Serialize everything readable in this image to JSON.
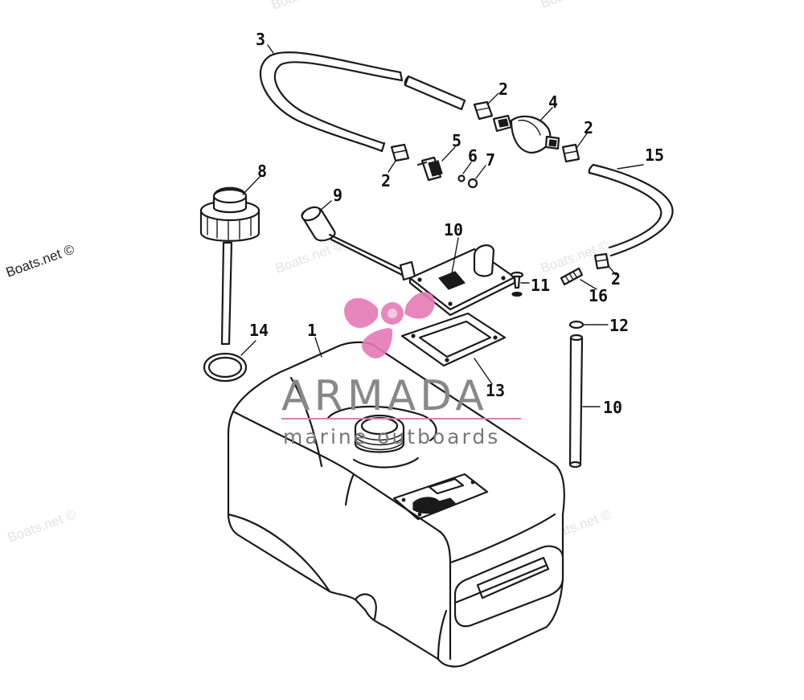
{
  "diagram": {
    "callouts": [
      {
        "id": "c1",
        "label": "1"
      },
      {
        "id": "c2a",
        "label": "2"
      },
      {
        "id": "c2b",
        "label": "2"
      },
      {
        "id": "c2c",
        "label": "2"
      },
      {
        "id": "c2d",
        "label": "2"
      },
      {
        "id": "c3",
        "label": "3"
      },
      {
        "id": "c4",
        "label": "4"
      },
      {
        "id": "c5",
        "label": "5"
      },
      {
        "id": "c6",
        "label": "6"
      },
      {
        "id": "c7",
        "label": "7"
      },
      {
        "id": "c8",
        "label": "8"
      },
      {
        "id": "c9",
        "label": "9"
      },
      {
        "id": "c10a",
        "label": "10"
      },
      {
        "id": "c10b",
        "label": "10"
      },
      {
        "id": "c11",
        "label": "11"
      },
      {
        "id": "c12",
        "label": "12"
      },
      {
        "id": "c13",
        "label": "13"
      },
      {
        "id": "c14",
        "label": "14"
      },
      {
        "id": "c15",
        "label": "15"
      },
      {
        "id": "c16",
        "label": "16"
      }
    ]
  },
  "watermarks": {
    "site": "Boats.net ©",
    "brand_name": "ARMADA",
    "brand_tagline": "marine outboards",
    "brand_color": "#e57ab5"
  }
}
